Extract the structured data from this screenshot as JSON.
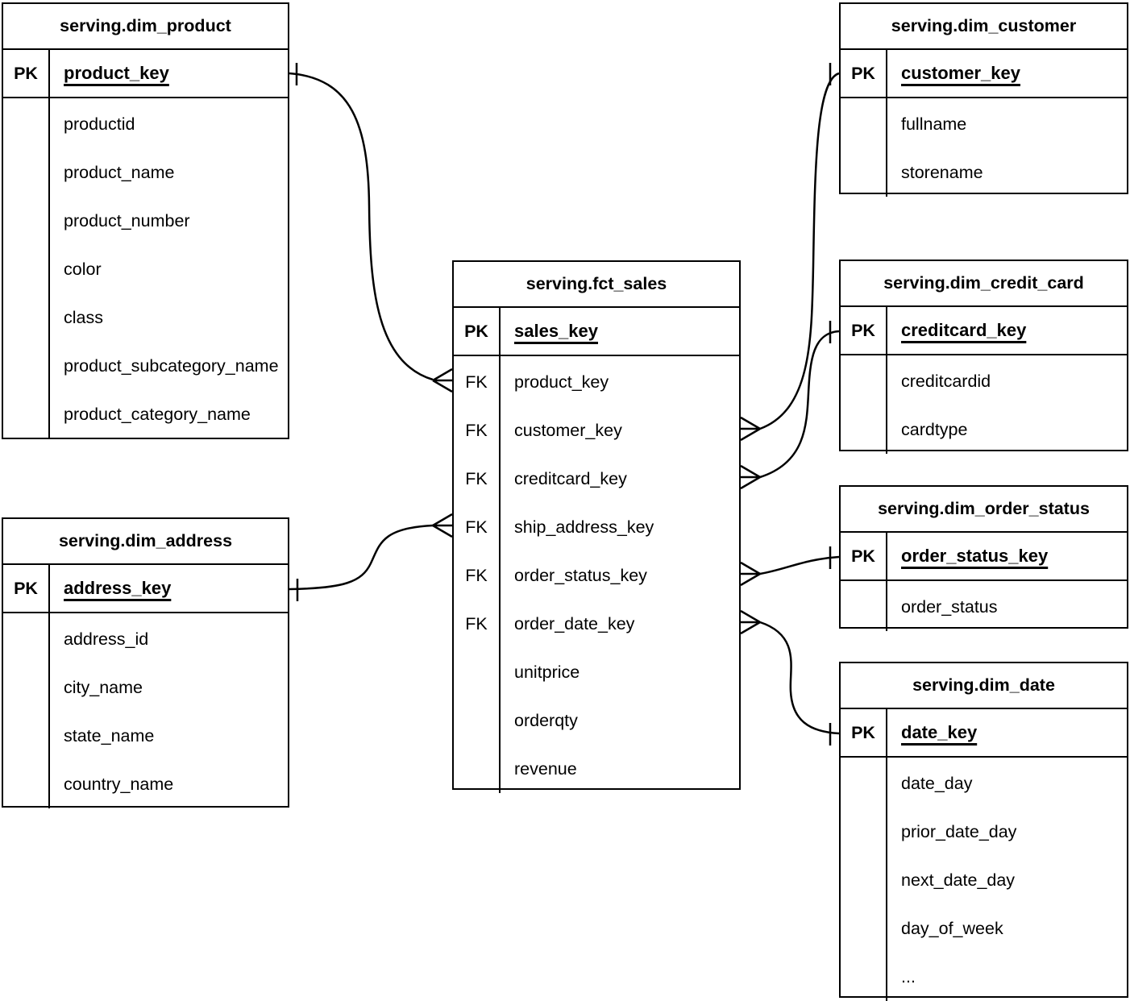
{
  "diagram": {
    "type": "er-diagram",
    "colors": {
      "line": "#000000",
      "text": "#000000",
      "background": "#ffffff"
    },
    "tables": [
      {
        "id": "dim_product",
        "title": "serving.dim_product",
        "pk": {
          "label": "PK",
          "field": "product_key"
        },
        "fields": [
          {
            "key": "",
            "name": "productid"
          },
          {
            "key": "",
            "name": "product_name"
          },
          {
            "key": "",
            "name": "product_number"
          },
          {
            "key": "",
            "name": "color"
          },
          {
            "key": "",
            "name": "class"
          },
          {
            "key": "",
            "name": "product_subcategory_name"
          },
          {
            "key": "",
            "name": "product_category_name"
          }
        ]
      },
      {
        "id": "dim_address",
        "title": "serving.dim_address",
        "pk": {
          "label": "PK",
          "field": "address_key"
        },
        "fields": [
          {
            "key": "",
            "name": "address_id"
          },
          {
            "key": "",
            "name": "city_name"
          },
          {
            "key": "",
            "name": "state_name"
          },
          {
            "key": "",
            "name": "country_name"
          }
        ]
      },
      {
        "id": "fct_sales",
        "title": "serving.fct_sales",
        "pk": {
          "label": "PK",
          "field": "sales_key"
        },
        "fields": [
          {
            "key": "FK",
            "name": "product_key"
          },
          {
            "key": "FK",
            "name": "customer_key"
          },
          {
            "key": "FK",
            "name": "creditcard_key"
          },
          {
            "key": "FK",
            "name": "ship_address_key"
          },
          {
            "key": "FK",
            "name": "order_status_key"
          },
          {
            "key": "FK",
            "name": "order_date_key"
          },
          {
            "key": "",
            "name": "unitprice"
          },
          {
            "key": "",
            "name": "orderqty"
          },
          {
            "key": "",
            "name": "revenue"
          }
        ]
      },
      {
        "id": "dim_customer",
        "title": "serving.dim_customer",
        "pk": {
          "label": "PK",
          "field": "customer_key"
        },
        "fields": [
          {
            "key": "",
            "name": "fullname"
          },
          {
            "key": "",
            "name": "storename"
          }
        ]
      },
      {
        "id": "dim_credit_card",
        "title": "serving.dim_credit_card",
        "pk": {
          "label": "PK",
          "field": "creditcard_key"
        },
        "fields": [
          {
            "key": "",
            "name": "creditcardid"
          },
          {
            "key": "",
            "name": "cardtype"
          }
        ]
      },
      {
        "id": "dim_order_status",
        "title": "serving.dim_order_status",
        "pk": {
          "label": "PK",
          "field": "order_status_key"
        },
        "fields": [
          {
            "key": "",
            "name": "order_status"
          }
        ]
      },
      {
        "id": "dim_date",
        "title": "serving.dim_date",
        "pk": {
          "label": "PK",
          "field": "date_key"
        },
        "fields": [
          {
            "key": "",
            "name": "date_day"
          },
          {
            "key": "",
            "name": "prior_date_day"
          },
          {
            "key": "",
            "name": "next_date_day"
          },
          {
            "key": "",
            "name": "day_of_week"
          },
          {
            "key": "",
            "name": "..."
          }
        ]
      }
    ],
    "relationships": [
      {
        "fact_table": "serving.fct_sales",
        "fact_field": "product_key",
        "dim_table": "serving.dim_product",
        "dim_field": "product_key",
        "fact_cardinality": "many",
        "dim_cardinality": "one"
      },
      {
        "fact_table": "serving.fct_sales",
        "fact_field": "ship_address_key",
        "dim_table": "serving.dim_address",
        "dim_field": "address_key",
        "fact_cardinality": "many",
        "dim_cardinality": "one"
      },
      {
        "fact_table": "serving.fct_sales",
        "fact_field": "customer_key",
        "dim_table": "serving.dim_customer",
        "dim_field": "customer_key",
        "fact_cardinality": "many",
        "dim_cardinality": "one"
      },
      {
        "fact_table": "serving.fct_sales",
        "fact_field": "creditcard_key",
        "dim_table": "serving.dim_credit_card",
        "dim_field": "creditcard_key",
        "fact_cardinality": "many",
        "dim_cardinality": "one"
      },
      {
        "fact_table": "serving.fct_sales",
        "fact_field": "order_status_key",
        "dim_table": "serving.dim_order_status",
        "dim_field": "order_status_key",
        "fact_cardinality": "many",
        "dim_cardinality": "one"
      },
      {
        "fact_table": "serving.fct_sales",
        "fact_field": "order_date_key",
        "dim_table": "serving.dim_date",
        "dim_field": "date_key",
        "fact_cardinality": "many",
        "dim_cardinality": "one"
      }
    ]
  }
}
